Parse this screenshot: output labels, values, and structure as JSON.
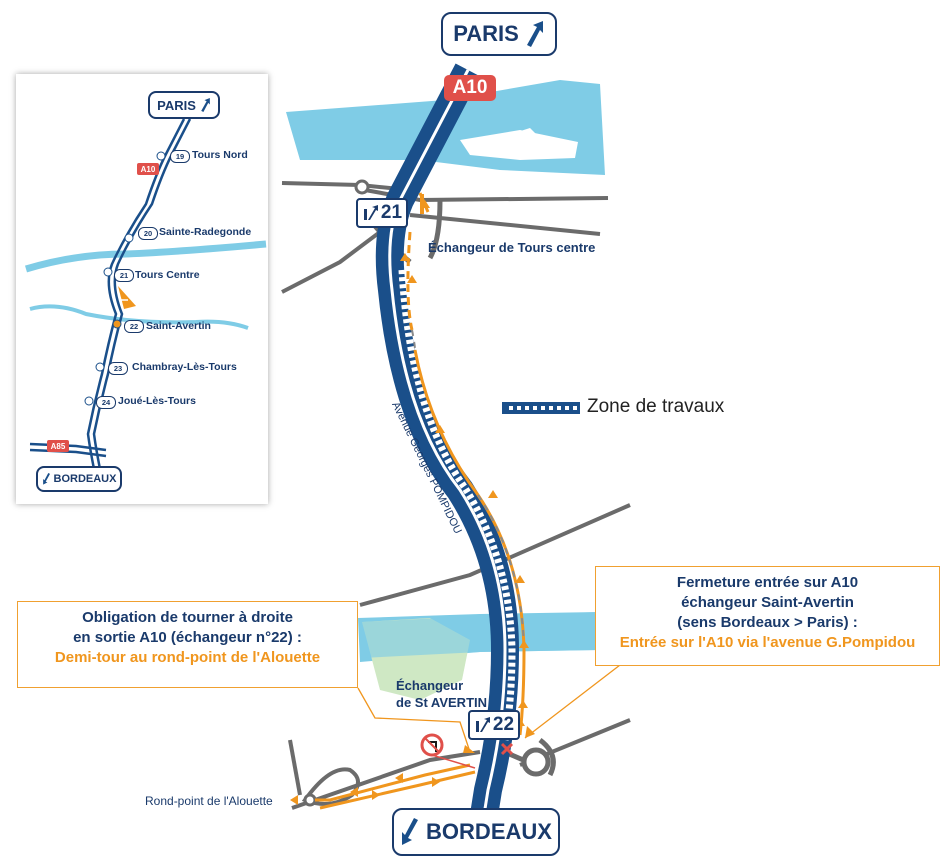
{
  "signs": {
    "paris": "PARIS",
    "bordeaux": "BORDEAUX",
    "motorway": "A10",
    "exit_21": "21",
    "exit_22": "22"
  },
  "labels": {
    "echangeur_tours_centre": "Échangeur de Tours centre",
    "avenue": "Avenue Georges POMPIDOU",
    "zone_travaux": "Zone de travaux",
    "echangeur_st_avertin_1": "Échangeur",
    "echangeur_st_avertin_2": "de St AVERTIN",
    "rond_point": "Rond-point de l'Alouette"
  },
  "callout_left": {
    "line1": "Obligation de tourner à droite",
    "line2": "en sortie A10 (échangeur n°22) :",
    "line3": "Demi-tour au rond-point de l'Alouette"
  },
  "callout_right": {
    "line1": "Fermeture entrée sur A10",
    "line2": "échangeur Saint-Avertin",
    "line3": "(sens Bordeaux > Paris) :",
    "line4": "Entrée sur l'A10 via l'avenue G.Pompidou"
  },
  "inset": {
    "paris": "PARIS",
    "bordeaux": "BORDEAUX",
    "a10": "A10",
    "a85": "A85",
    "exits": [
      {
        "num": "19",
        "name": "Tours Nord"
      },
      {
        "num": "20",
        "name": "Sainte-Radegonde"
      },
      {
        "num": "21",
        "name": "Tours Centre"
      },
      {
        "num": "22",
        "name": "Saint-Avertin"
      },
      {
        "num": "23",
        "name": "Chambray-Lès-Tours"
      },
      {
        "num": "24",
        "name": "Joué-Lès-Tours"
      }
    ]
  },
  "colors": {
    "motorway": "#1a4f8a",
    "river": "#7fcce6",
    "road": "#6b6b6b",
    "detour": "#f0961e",
    "badge": "#e0504a"
  }
}
